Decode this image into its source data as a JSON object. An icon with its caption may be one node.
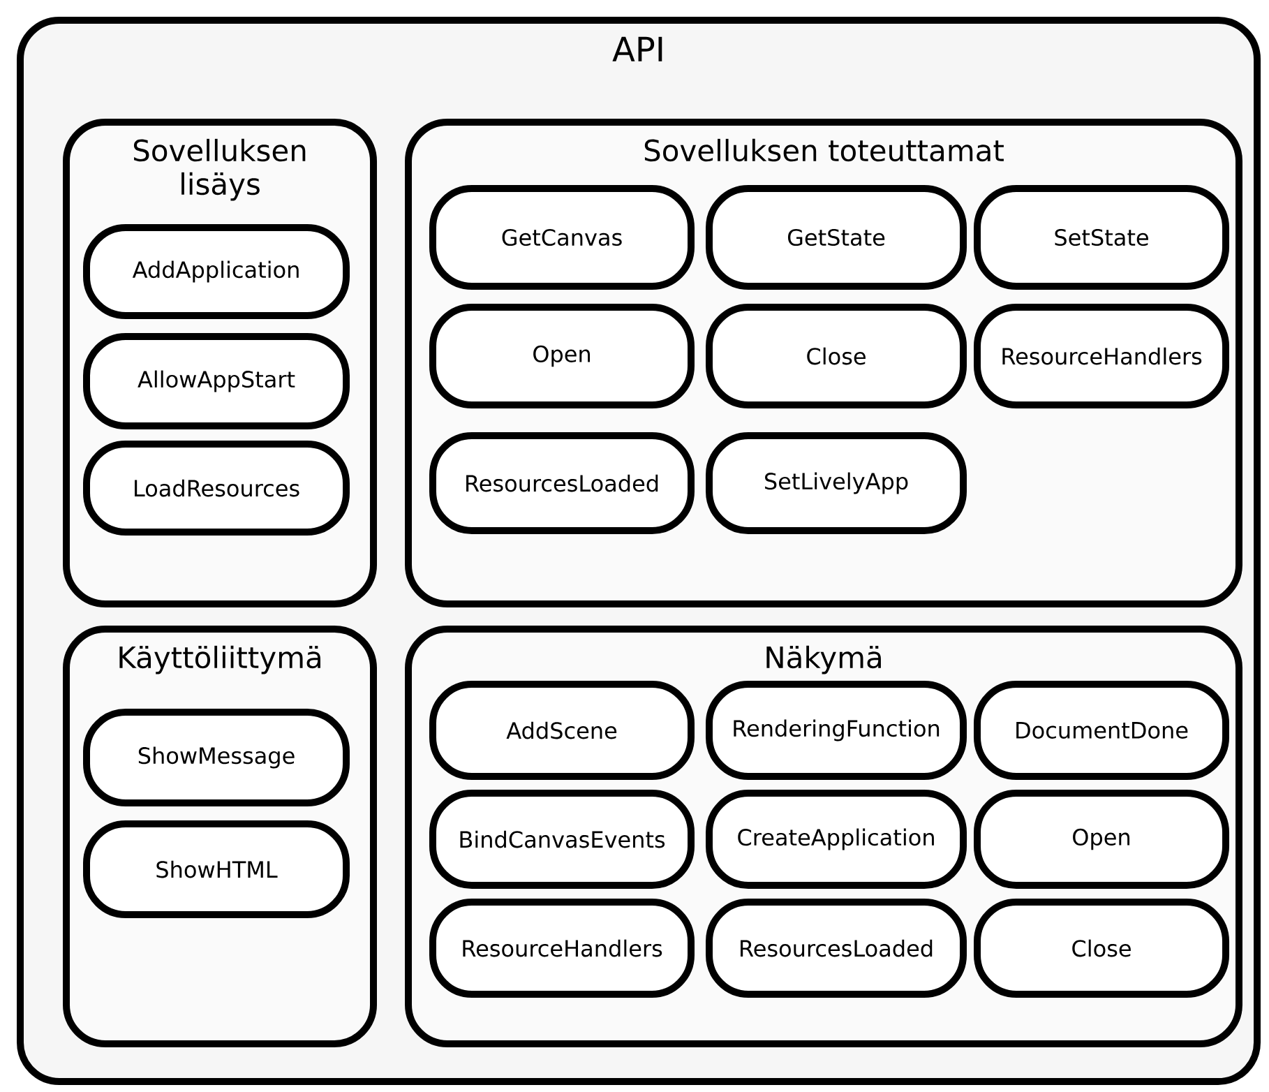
{
  "diagram": {
    "nodes": [
      {
        "text": [
          "API"
        ]
      },
      {
        "text": [
          "Sovelluksen lisäys"
        ],
        "in": 0
      },
      {
        "text": [
          "AddApplication"
        ],
        "in": 1
      },
      {
        "text": [
          "AllowAppStart"
        ],
        "in": 1
      },
      {
        "text": [
          "LoadResources"
        ],
        "in": 1
      },
      {
        "text": [
          "Sovelluksen toteuttamat"
        ],
        "in": 0
      },
      {
        "text": [
          "GetCanvas"
        ],
        "in": 5
      },
      {
        "text": [
          "GetState"
        ],
        "in": 5
      },
      {
        "text": [
          "SetState"
        ],
        "in": 5
      },
      {
        "text": [
          "Open"
        ],
        "in": 5
      },
      {
        "text": [
          "Close"
        ],
        "in": 5
      },
      {
        "text": [
          "ResourceHandlers"
        ],
        "in": 5
      },
      {
        "text": [
          "ResourcesLoaded"
        ],
        "in": 5
      },
      {
        "text": [
          "SetLivelyApp"
        ],
        "in": 5
      },
      {
        "text": [
          "Käyttöliittymä"
        ],
        "in": 0
      },
      {
        "text": [
          "ShowMessage"
        ],
        "in": 14
      },
      {
        "text": [
          "ShowHTML"
        ],
        "in": 14
      },
      {
        "text": [
          "Näkymä"
        ],
        "in": 0
      },
      {
        "text": [
          "AddScene"
        ],
        "in": 17
      },
      {
        "text": [
          "RenderingFunction"
        ],
        "in": 17
      },
      {
        "text": [
          "DocumentDone"
        ],
        "in": 17
      },
      {
        "text": [
          "BindCanvasEvents"
        ],
        "in": 17
      },
      {
        "text": [
          "CreateApplication"
        ],
        "in": 17
      },
      {
        "text": [
          "Open"
        ],
        "in": 17
      },
      {
        "text": [
          "ResourceHandlers"
        ],
        "in": 17
      },
      {
        "text": [
          "ResourcesLoaded"
        ],
        "in": 17
      },
      {
        "text": [
          "Close"
        ],
        "in": 17
      }
    ]
  }
}
